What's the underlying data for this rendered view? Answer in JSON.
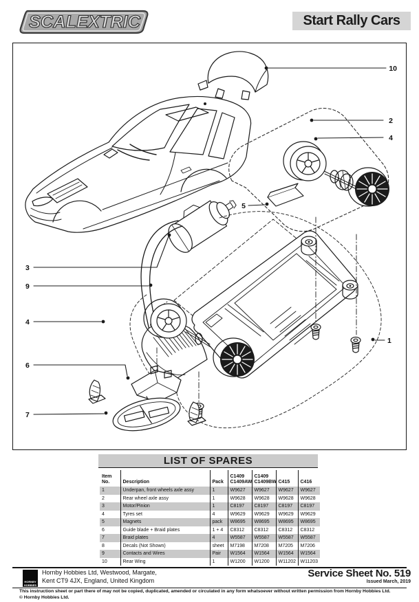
{
  "header": {
    "logo_text": "SCALEXTRIC",
    "title": "Start Rally Cars"
  },
  "diagram": {
    "callouts": [
      {
        "num": "10",
        "part": "Rear Wing"
      },
      {
        "num": "2",
        "part": "Rear wheel axle assy"
      },
      {
        "num": "4",
        "part": "Tyres set (rear)"
      },
      {
        "num": "5",
        "part": "Magnets"
      },
      {
        "num": "3",
        "part": "Motor/Pinion"
      },
      {
        "num": "9",
        "part": "Contacts and Wires"
      },
      {
        "num": "4",
        "part": "Tyres set (front)"
      },
      {
        "num": "6",
        "part": "Guide blade"
      },
      {
        "num": "7",
        "part": "Braid plates"
      },
      {
        "num": "1",
        "part": "Underpan"
      }
    ]
  },
  "spares": {
    "title": "LIST OF SPARES",
    "columns": [
      "Item No.",
      "Description",
      "Pack",
      "C1409\nC1409AW",
      "C1409\nC1409BW",
      "C415",
      "C416"
    ],
    "rows": [
      {
        "item": "1",
        "description": "Underpan, front wheels axle assy",
        "pack": "1",
        "codes": [
          "W9627",
          "W9627",
          "W9627",
          "W9627"
        ]
      },
      {
        "item": "2",
        "description": "Rear wheel axle assy",
        "pack": "1",
        "codes": [
          "W9628",
          "W9628",
          "W9628",
          "W9628"
        ]
      },
      {
        "item": "3",
        "description": "Motor/Pinion",
        "pack": "1",
        "codes": [
          "C8197",
          "C8197",
          "C8197",
          "C8197"
        ]
      },
      {
        "item": "4",
        "description": "Tyres set",
        "pack": "4",
        "codes": [
          "W9629",
          "W9629",
          "W9629",
          "W9629"
        ]
      },
      {
        "item": "5",
        "description": "Magnets",
        "pack": "pack",
        "codes": [
          "W8695",
          "W8695",
          "W8695",
          "W8695"
        ]
      },
      {
        "item": "6",
        "description": "Guide blade + Braid plates",
        "pack": "1 + 4",
        "codes": [
          "C8312",
          "C8312",
          "C8312",
          "C8312"
        ]
      },
      {
        "item": "7",
        "description": "Braid plates",
        "pack": "4",
        "codes": [
          "W5587",
          "W5587",
          "W5587",
          "W5587"
        ]
      },
      {
        "item": "8",
        "description": "Decals (Not Shown)",
        "pack": "sheet",
        "codes": [
          "M7198",
          "M7208",
          "M7205",
          "M7206"
        ]
      },
      {
        "item": "9",
        "description": "Contacts and Wires",
        "pack": "Pair",
        "codes": [
          "W1564",
          "W1564",
          "W1564",
          "W1564"
        ]
      },
      {
        "item": "10",
        "description": "Rear Wing",
        "pack": "1",
        "codes": [
          "W1200",
          "W1200",
          "W11202",
          "W11203"
        ]
      }
    ]
  },
  "footer": {
    "logo_line1": "HORNBY",
    "logo_line2": "HOBBIES",
    "address_line1": "Hornby Hobbies Ltd,  Westwood, Margate,",
    "address_line2": "Kent CT9 4JX, England, United Kingdom",
    "sheet_no": "Service Sheet No. 519",
    "issued": "Issued March, 2019",
    "legal": "This instruction sheet or part there of may not be copied, duplicated, amended or circulated in any form whatsoever without written permission from Hornby Hobbies Ltd.",
    "copyright": "© Hornby Hobbies Ltd."
  }
}
